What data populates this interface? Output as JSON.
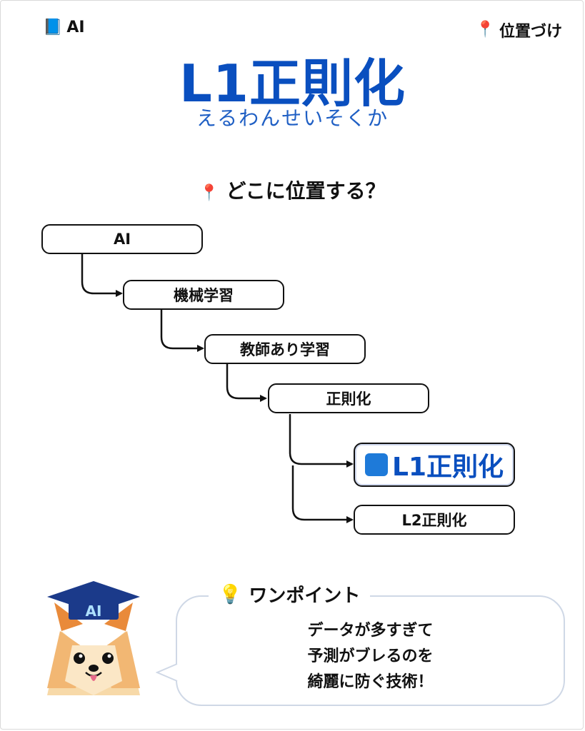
{
  "header": {
    "left_tag": {
      "icon": "book-icon",
      "label": "AI"
    },
    "right_tag": {
      "icon": "pin-icon",
      "label": "位置づけ"
    }
  },
  "title": "L1正則化",
  "reading": "えるわんせいそくか",
  "section": {
    "icon": "pin-icon",
    "heading": "どこに位置する？"
  },
  "tree": {
    "nodes": [
      {
        "label": "AI"
      },
      {
        "label": "機械学習"
      },
      {
        "label": "教師あり学習"
      },
      {
        "label": "正則化"
      },
      {
        "label": "L1正則化",
        "highlight": true,
        "icon": "blue-square-icon"
      },
      {
        "label": "L2正則化"
      }
    ]
  },
  "tip": {
    "icon": "lightbulb-icon",
    "heading": "ワンポイント",
    "lines": [
      "データが多すぎて",
      "予測がブレるのを",
      "綺麗に防ぐ技術！"
    ]
  },
  "mascot": {
    "cap_label": "AI",
    "icon": "dog-graduate-icon"
  },
  "colors": {
    "accent": "#0a4fbf",
    "reading": "#1f5fc4",
    "highlight_square": "#1e7ad9",
    "bubble_border": "#cfd8e6"
  }
}
